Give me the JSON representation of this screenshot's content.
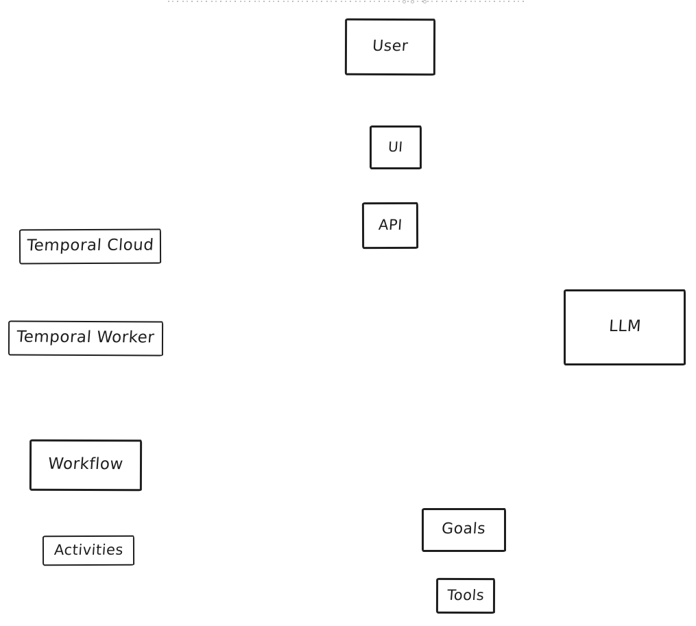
{
  "diagram": {
    "colors": {
      "stroke": "#1e1e1e",
      "canvas_background": "#ffffff",
      "clipped_text_gray": "#bdbdbd"
    },
    "nodes": [
      {
        "id": "user",
        "label": "User"
      },
      {
        "id": "ui",
        "label": "UI"
      },
      {
        "id": "api",
        "label": "API"
      },
      {
        "id": "temporal-cloud",
        "label": "Temporal Cloud"
      },
      {
        "id": "temporal-worker",
        "label": "Temporal Worker"
      },
      {
        "id": "llm",
        "label": "LLM"
      },
      {
        "id": "workflow",
        "label": "Workflow"
      },
      {
        "id": "activities",
        "label": "Activities"
      },
      {
        "id": "goals",
        "label": "Goals"
      },
      {
        "id": "tools",
        "label": "Tools"
      }
    ]
  }
}
